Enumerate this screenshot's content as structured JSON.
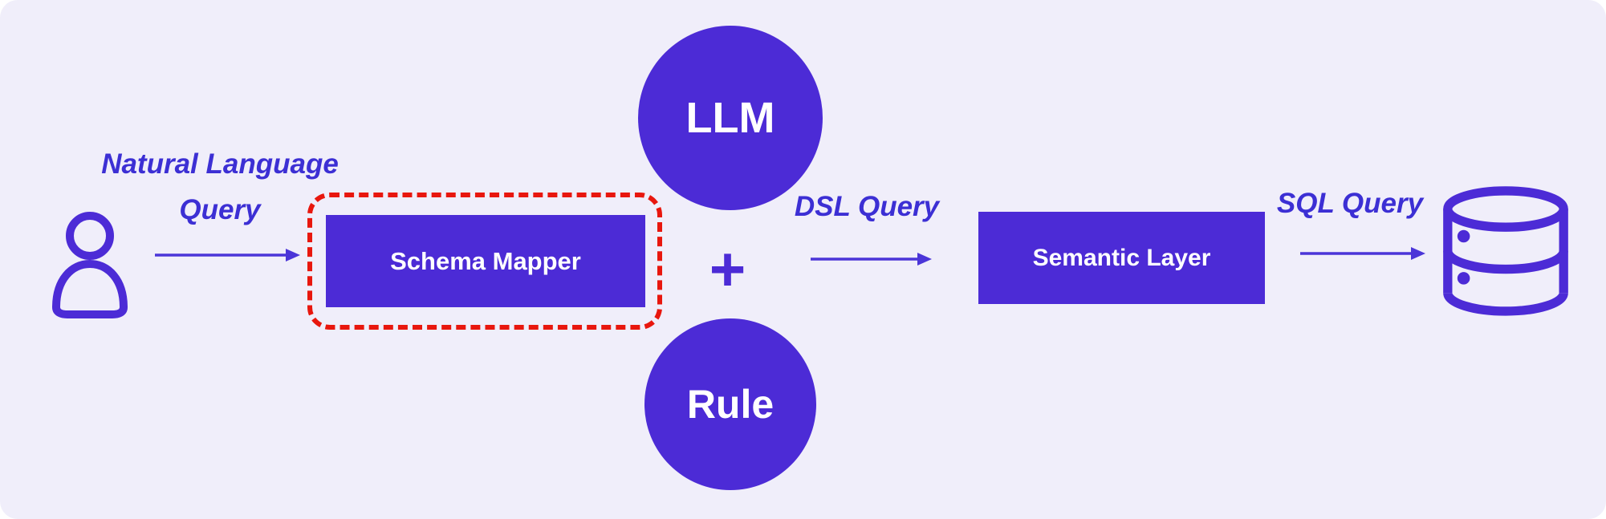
{
  "diagram": {
    "user": {
      "icon": "user-icon"
    },
    "nl_query": {
      "line1": "Natural Language",
      "line2": "Query"
    },
    "schema_mapper": {
      "label": "Schema Mapper"
    },
    "llm": {
      "label": "LLM"
    },
    "plus": "+",
    "rule": {
      "label": "Rule"
    },
    "dsl_query": {
      "label": "DSL Query"
    },
    "semantic_layer": {
      "label": "Semantic Layer"
    },
    "sql_query": {
      "label": "SQL Query"
    },
    "database": {
      "icon": "database-icon"
    }
  },
  "colors": {
    "node_purple": "#4c2bd6",
    "text_purple": "#3c2fd4",
    "highlight_red": "#e8170e",
    "background": "#f0eefa",
    "node_text": "#ffffff"
  }
}
